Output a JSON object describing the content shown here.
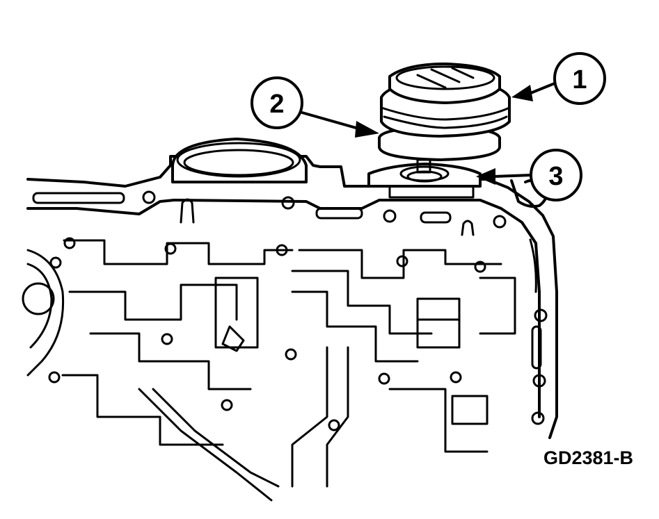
{
  "figure": {
    "code": "GD2381-B",
    "callouts": [
      {
        "id": 1,
        "label": "1"
      },
      {
        "id": 2,
        "label": "2"
      },
      {
        "id": 3,
        "label": "3"
      }
    ]
  }
}
